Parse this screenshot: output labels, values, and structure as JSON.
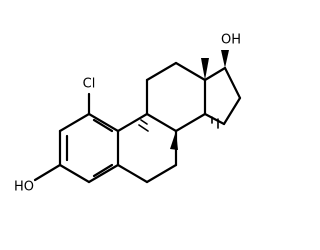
{
  "molecule": {
    "labels": {
      "chlorine": "Cl",
      "phenol_oh": "HO",
      "alcohol_oh": "OH"
    }
  }
}
